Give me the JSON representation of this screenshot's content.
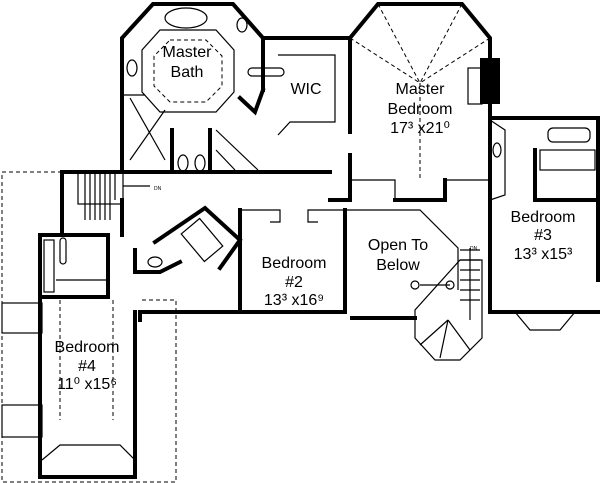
{
  "rooms": {
    "master_bath": {
      "line1": "Master",
      "line2": "Bath"
    },
    "wic": {
      "label": "WIC"
    },
    "master_bedroom": {
      "line1": "Master",
      "line2": "Bedroom",
      "dims": "17³ x21⁰"
    },
    "bedroom3": {
      "line1": "Bedroom",
      "line2": "#3",
      "dims": "13³ x15³"
    },
    "bedroom2": {
      "line1": "Bedroom",
      "line2": "#2",
      "dims": "13³ x16⁹"
    },
    "open_to_below": {
      "line1": "Open To",
      "line2": "Below"
    },
    "bedroom4": {
      "line1": "Bedroom",
      "line2": "#4",
      "dims": "11⁰ x15⁶"
    }
  },
  "stairs": {
    "down_label_1": "DN",
    "down_label_2": "DN"
  }
}
